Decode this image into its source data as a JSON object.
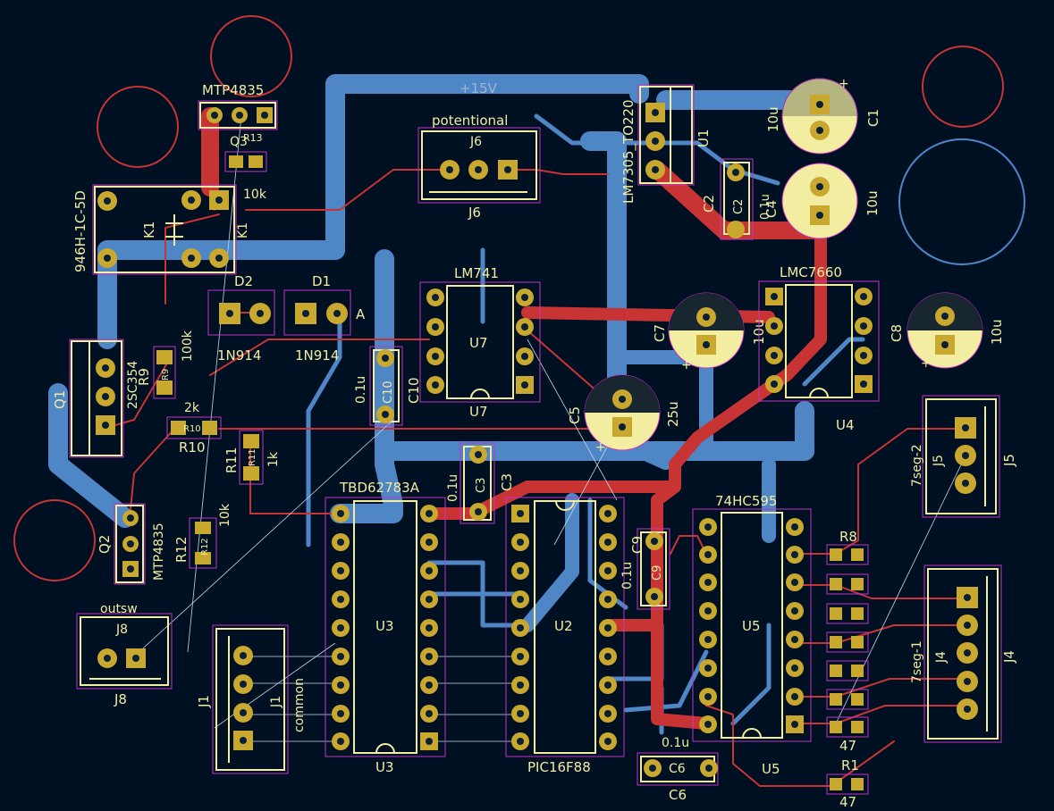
{
  "colors": {
    "background": "#001023",
    "bottom_copper": "#4f86c6",
    "top_copper": "#c83434",
    "silkscreen": "#f2eda1",
    "pads": "#c8a82e",
    "courtyard": "#c434c4"
  },
  "labels": {
    "net_15v": "+15V",
    "q3_value": "MTP4835",
    "q3_ref": "Q3",
    "r13_ref": "R13",
    "r13_value": "10k",
    "k1_value": "946H-1C-5D",
    "k1_ref": "K1",
    "k1_ref2": "K1",
    "j6_value": "potentional",
    "j6_ref": "J6",
    "j6_ref2": "J6",
    "u1_value": "LM7305_TO220",
    "u1_ref": "U1",
    "c1_value": "10u",
    "c1_ref": "C1",
    "c2_ref": "C2",
    "c2_ref2": "C2",
    "c2_value": "0.1u",
    "c4_ref": "C4",
    "c4_value": "10u",
    "d2_ref": "D2",
    "d2_value": "1N914",
    "d1_ref": "D1",
    "d1_value": "1N914",
    "d1_anode": "A",
    "r9_value": "100k",
    "r9_ref": "R9",
    "r9_ref2": "R9",
    "q1_value": "2SC354",
    "q1_ref": "Q1",
    "u7_value": "LM741",
    "u7_ref": "U7",
    "u7_ref2": "U7",
    "c10_value": "0.1u",
    "c10_ref": "C10",
    "c10_ref2": "C10",
    "c7_ref": "C7",
    "c7_value": "10u",
    "u4_value": "LMC7660",
    "u4_ref": "U4",
    "c8_ref": "C8",
    "c8_value": "10u",
    "c5_ref": "C5",
    "c5_value": "25u",
    "r10_value": "2k",
    "r10_ref": "R10",
    "r10_ref2": "R10",
    "r11_ref": "R11",
    "r11_ref2": "R11",
    "r11_value": "1k",
    "u3_value": "TBD62783A",
    "u3_ref": "U3",
    "u3_ref2": "U3",
    "c3_value": "0.1u",
    "c3_ref": "C3",
    "c3_ref2": "C3",
    "u2_ref": "U2",
    "u2_value": "PIC16F88",
    "c9_ref": "C9",
    "c9_ref2": "C9",
    "c9_value": "0.1u",
    "u5_value": "74HC595",
    "u5_ref": "U5",
    "u5_ref2": "U5",
    "j5_value": "7seg-2",
    "j5_ref": "J5",
    "j5_ref2": "J5",
    "r8_ref": "R8",
    "r1_ref": "R1",
    "r1_value": "47",
    "r_array_value": "47",
    "j4_value": "7seg-1",
    "j4_ref": "J4",
    "j4_ref2": "J4",
    "q2_value": "MTP4835",
    "q2_ref": "Q2",
    "r12_ref": "R12",
    "r12_ref2": "R12",
    "r12_value": "10k",
    "j8_value": "outsw",
    "j8_ref": "J8",
    "j8_ref2": "J8",
    "j1_ref": "J1",
    "j1_ref2": "J1",
    "j1_value": "common",
    "c6_value": "0.1u",
    "c6_ref": "C6",
    "c6_ref2": "C6"
  }
}
